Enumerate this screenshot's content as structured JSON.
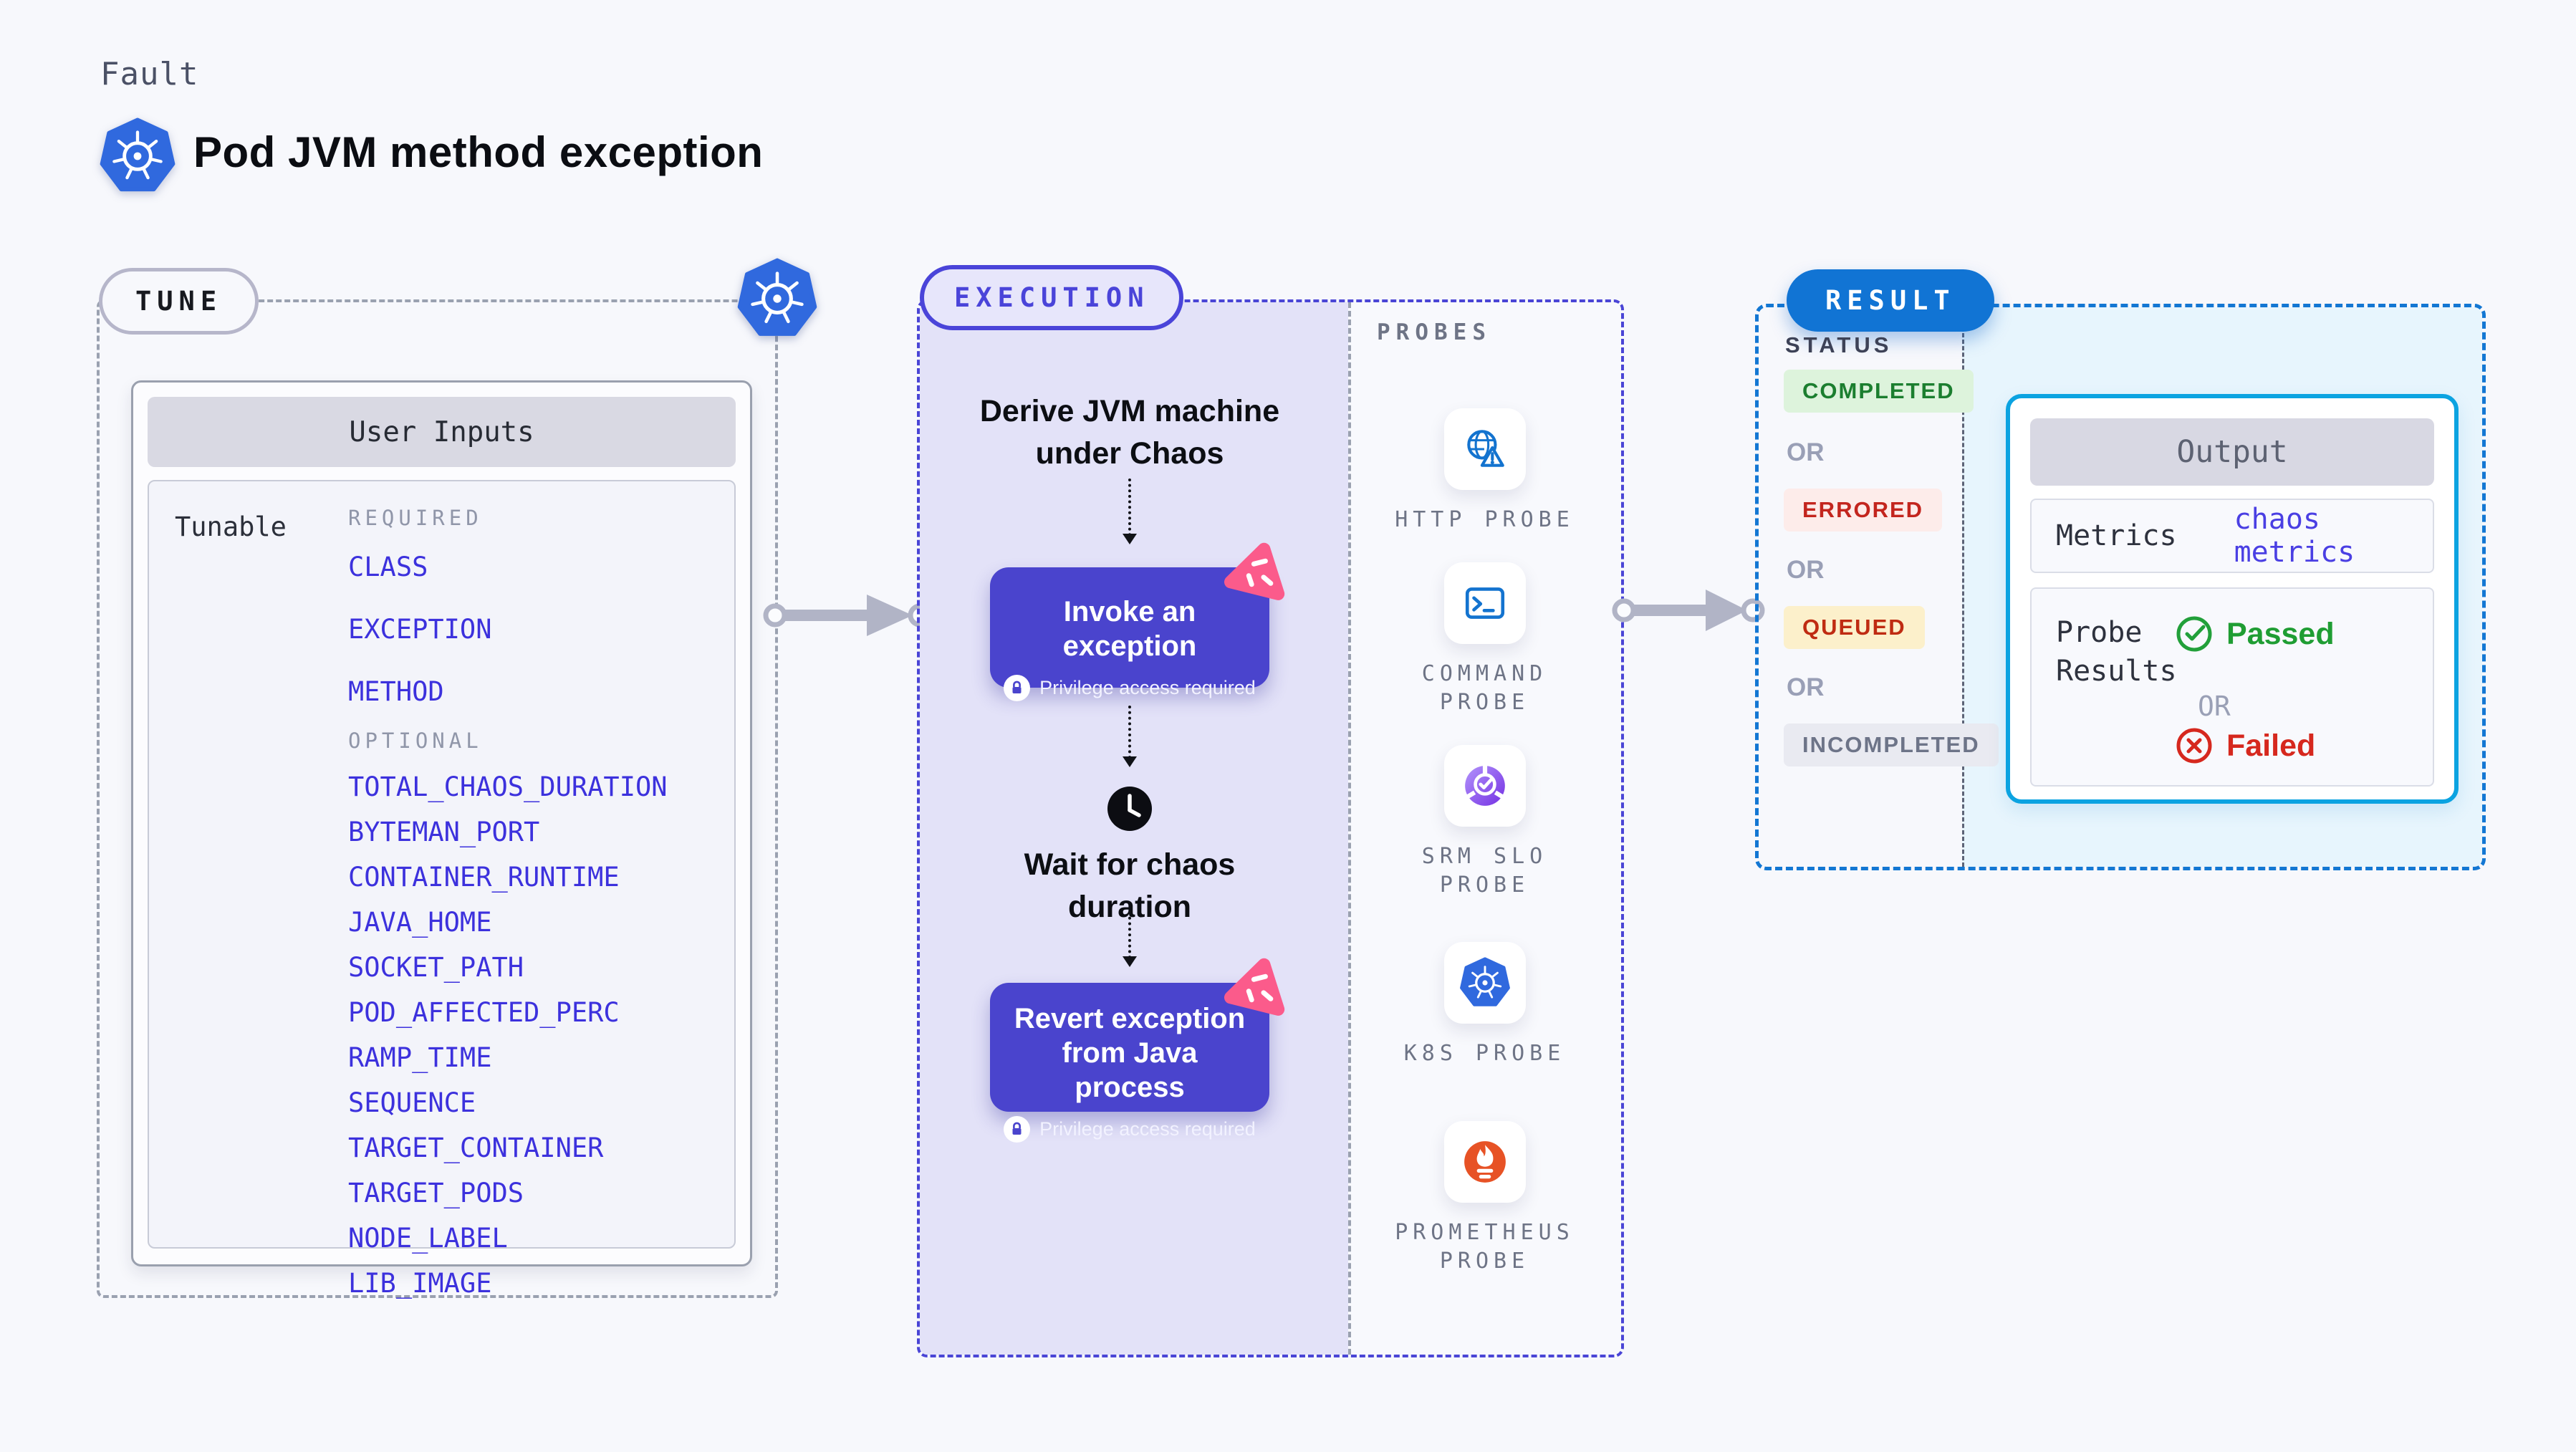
{
  "header": {
    "kicker": "Fault",
    "title": "Pod JVM method exception"
  },
  "tune": {
    "badge": "TUNE",
    "panel_title": "User Inputs",
    "row_label": "Tunable",
    "required_label": "REQUIRED",
    "required_items": [
      "CLASS",
      "EXCEPTION",
      "METHOD"
    ],
    "optional_label": "OPTIONAL",
    "optional_items": [
      "TOTAL_CHAOS_DURATION",
      "BYTEMAN_PORT",
      "CONTAINER_RUNTIME",
      "JAVA_HOME",
      "SOCKET_PATH",
      "POD_AFFECTED_PERC",
      "RAMP_TIME",
      "SEQUENCE",
      "TARGET_CONTAINER",
      "TARGET_PODS",
      "NODE_LABEL",
      "LIB_IMAGE"
    ]
  },
  "execution": {
    "badge": "EXECUTION",
    "step_derive": "Derive JVM machine under Chaos",
    "invoke_label": "Invoke an exception",
    "invoke_note": "Privilege access required",
    "wait_label": "Wait for chaos duration",
    "revert_label": "Revert exception from Java process",
    "revert_note": "Privilege access required"
  },
  "probes": {
    "title": "PROBES",
    "items": [
      {
        "label": "HTTP PROBE",
        "icon": "globe-alert-icon"
      },
      {
        "label": "COMMAND PROBE",
        "icon": "terminal-icon"
      },
      {
        "label": "SRM SLO PROBE",
        "icon": "srm-slo-donut-icon"
      },
      {
        "label": "K8S PROBE",
        "icon": "kubernetes-icon"
      },
      {
        "label": "PROMETHEUS PROBE",
        "icon": "prometheus-flame-icon"
      }
    ]
  },
  "result": {
    "badge": "RESULT",
    "status_label": "STATUS",
    "or_label": "OR",
    "statuses": [
      {
        "label": "COMPLETED",
        "fg": "#1b7e2f",
        "bg": "#ddf3dc"
      },
      {
        "label": "ERRORED",
        "fg": "#c3251e",
        "bg": "#fdecea"
      },
      {
        "label": "QUEUED",
        "fg": "#bf2b12",
        "bg": "#fcf0cb"
      },
      {
        "label": "INCOMPLETED",
        "fg": "#6d7488",
        "bg": "#e9eaf1"
      }
    ],
    "output": {
      "title": "Output",
      "metrics_label": "Metrics",
      "metrics_value": "chaos metrics",
      "probe_results_label": "Probe Results",
      "or_label": "OR",
      "passed_label": "Passed",
      "failed_label": "Failed"
    }
  },
  "colors": {
    "page_bg": "#f7f8fc",
    "indigo_accent": "#4a44d2",
    "execution_fill": "#e3e2f8",
    "result_blue": "#1174d4",
    "result_fill": "#e7f5fd",
    "output_border_cyan": "#0ba3e1",
    "param_blue": "#3c31dd",
    "pink_chaos_badge": "#fb5b8b",
    "kubernetes_blue": "#3069de",
    "prometheus_orange": "#e75225",
    "passed_green": "#1f9d33",
    "failed_red": "#d6281e",
    "connector_gray": "#b1b4c6"
  }
}
